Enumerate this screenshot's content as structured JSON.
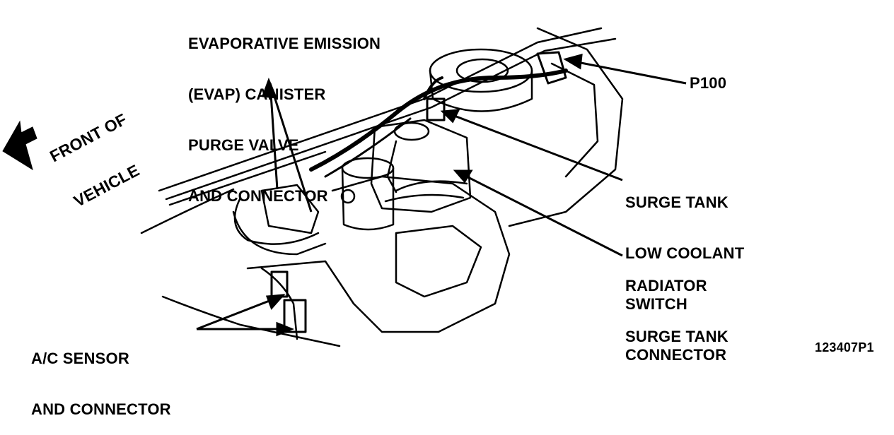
{
  "labels": {
    "evap": [
      "EVAPORATIVE EMISSION",
      "(EVAP) CANISTER",
      "PURGE VALVE",
      "AND CONNECTOR"
    ],
    "p100": "P100",
    "surge_switch": [
      "SURGE TANK",
      "LOW COOLANT",
      "SWITCH",
      "CONNECTOR"
    ],
    "radiator": [
      "RADIATOR",
      "SURGE TANK"
    ],
    "ac_sensor": [
      "A/C SENSOR",
      "AND CONNECTOR"
    ],
    "front": [
      "FRONT OF",
      "VEHICLE"
    ],
    "figure_id": "123407P1"
  },
  "colors": {
    "ink": "#000000",
    "paper": "#ffffff"
  }
}
